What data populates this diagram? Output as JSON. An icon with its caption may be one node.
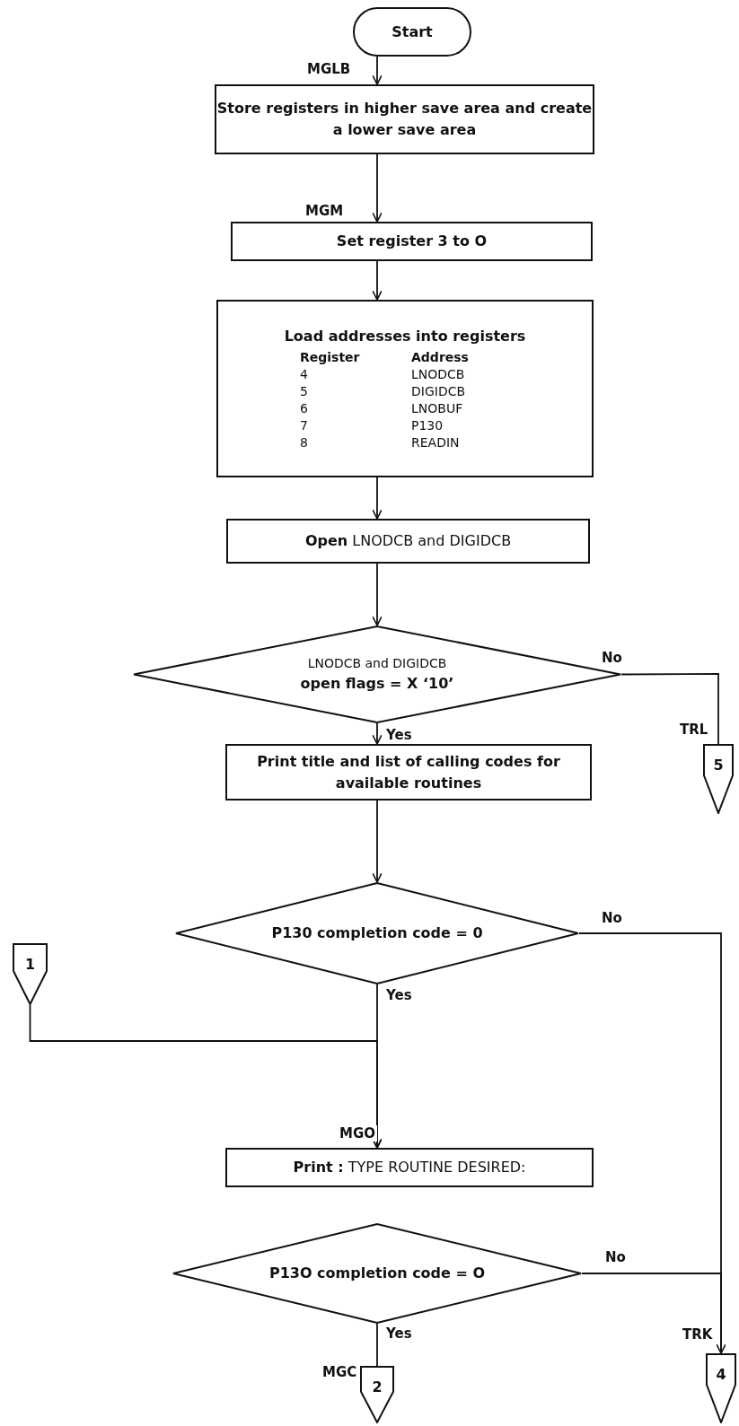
{
  "diagram": {
    "nodes": [
      {
        "text": [
          "Start"
        ]
      },
      {
        "text": [
          "Store registers in higher save area and create a lower save area"
        ]
      },
      {
        "text": [
          "Set register 3 to O"
        ]
      },
      {
        "text": [
          "Load addresses into registers",
          "Register",
          "Address",
          "4",
          "LNODCB",
          "5",
          "DIGIDCB",
          "6",
          "LNOBUF",
          "7",
          "P130",
          "8",
          "READIN"
        ]
      },
      {
        "text": [
          "**Open** LNODCB and DIGIDCB"
        ]
      },
      {
        "text": [
          "LNODCB and DIGIDCB",
          "open flags = X ‘10’"
        ]
      },
      {
        "text": [
          "5"
        ],
        "beside": [
          "TRL"
        ]
      },
      {
        "text": [
          "Print title and list of calling codes for available routines"
        ]
      },
      {
        "text": [
          "P130 completion code = 0"
        ]
      },
      {
        "text": [
          "1"
        ]
      },
      {
        "text": [
          "**Print :** TYPE ROUTINE DESIRED:"
        ],
        "beside": [
          "MGO"
        ]
      },
      {
        "text": [
          "P13O completion code = O"
        ]
      },
      {
        "text": [
          "2"
        ],
        "beside": [
          "MGC"
        ]
      },
      {
        "text": [
          "4"
        ],
        "beside": [
          "TRK"
        ]
      }
    ],
    "edges": [
      {
        "from": 0,
        "to": 1,
        "arrow": "to",
        "label": "MGLB"
      },
      {
        "from": 1,
        "to": 2,
        "arrow": "to",
        "label": "MGM"
      },
      {
        "from": 2,
        "to": 3,
        "arrow": "to"
      },
      {
        "from": 3,
        "to": 4,
        "arrow": "to"
      },
      {
        "from": 4,
        "to": 5,
        "arrow": "to"
      },
      {
        "from": 5,
        "to": 6,
        "arrow": "none",
        "label": "No"
      },
      {
        "from": 5,
        "to": 7,
        "arrow": "to",
        "label": "Yes"
      },
      {
        "from": 7,
        "to": 8,
        "arrow": "to"
      },
      {
        "from": 8,
        "to": 13,
        "arrow": "none",
        "label": "No"
      },
      {
        "from": 8,
        "to": 10,
        "arrow": "to",
        "label": "Yes"
      },
      {
        "from": 9,
        "to": 10,
        "arrow": "to"
      },
      {
        "from": 11,
        "to": 13,
        "arrow": "to",
        "label": "No"
      },
      {
        "from": 11,
        "to": 12,
        "arrow": "none",
        "label": "Yes"
      }
    ]
  }
}
